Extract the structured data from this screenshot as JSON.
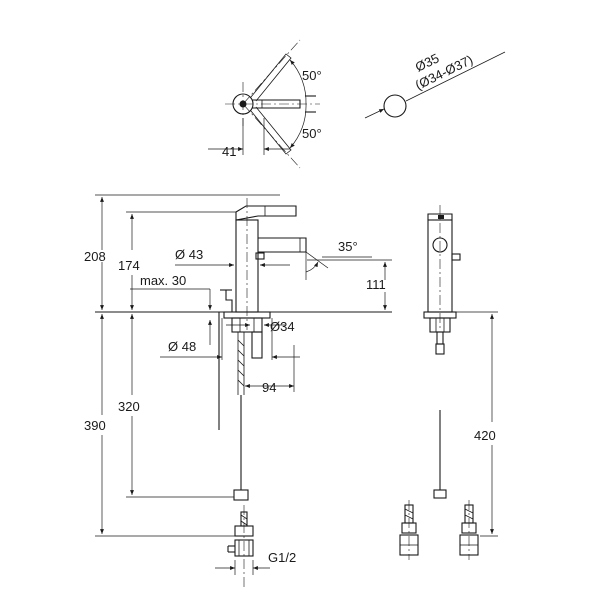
{
  "colors": {
    "line": "#1a1a1a",
    "background": "#ffffff"
  },
  "top_view": {
    "angle_upper": "50°",
    "angle_lower": "50°",
    "width": "41"
  },
  "hole": {
    "diameter": "Ø35",
    "range": "(Ø34-Ø37)"
  },
  "side_view": {
    "total_height": "208",
    "height_lever": "174",
    "spout_diameter": "Ø 43",
    "spout_angle": "35°",
    "max_thickness": "max. 30",
    "spout_height": "111",
    "shank_diameter": "Ø34",
    "base_diameter": "Ø 48",
    "offset": "94",
    "hose_length": "320",
    "total_below": "390",
    "thread": "G1/2"
  },
  "front_view": {
    "hose_length": "420"
  }
}
